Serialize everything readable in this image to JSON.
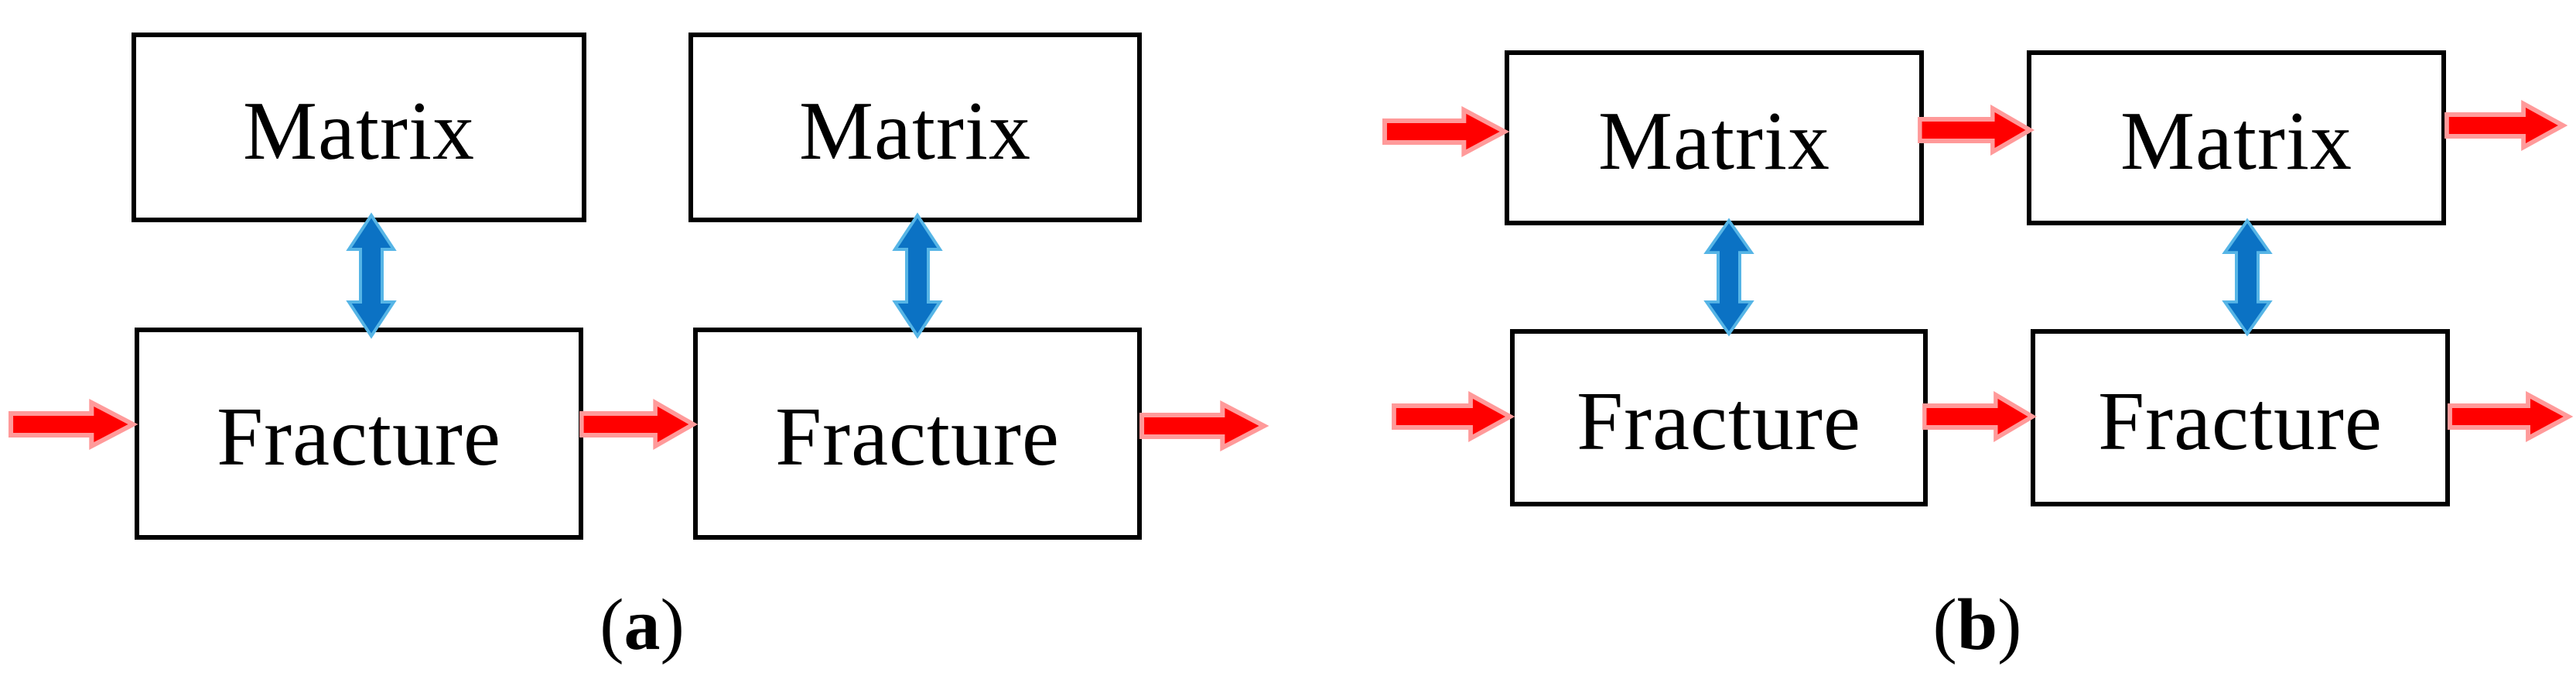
{
  "figure": {
    "background_color": "#ffffff",
    "colors": {
      "flow_arrow_fill": "#ff0000",
      "flow_arrow_edge": "#ff9a9a",
      "exchange_arrow_fill": "#0b72c4",
      "exchange_arrow_edge": "#56b5e6",
      "box_border": "#000000",
      "label_text": "#000000"
    },
    "diagrams": [
      {
        "caption": {
          "open": "(",
          "letter": "a",
          "close": ")"
        },
        "columns": [
          {
            "top_box": "Matrix",
            "bottom_box": "Fracture"
          },
          {
            "top_box": "Matrix",
            "bottom_box": "Fracture"
          }
        ]
      },
      {
        "caption": {
          "open": "(",
          "letter": "b",
          "close": ")"
        },
        "columns": [
          {
            "top_box": "Matrix",
            "bottom_box": "Fracture"
          },
          {
            "top_box": "Matrix",
            "bottom_box": "Fracture"
          }
        ]
      }
    ]
  }
}
